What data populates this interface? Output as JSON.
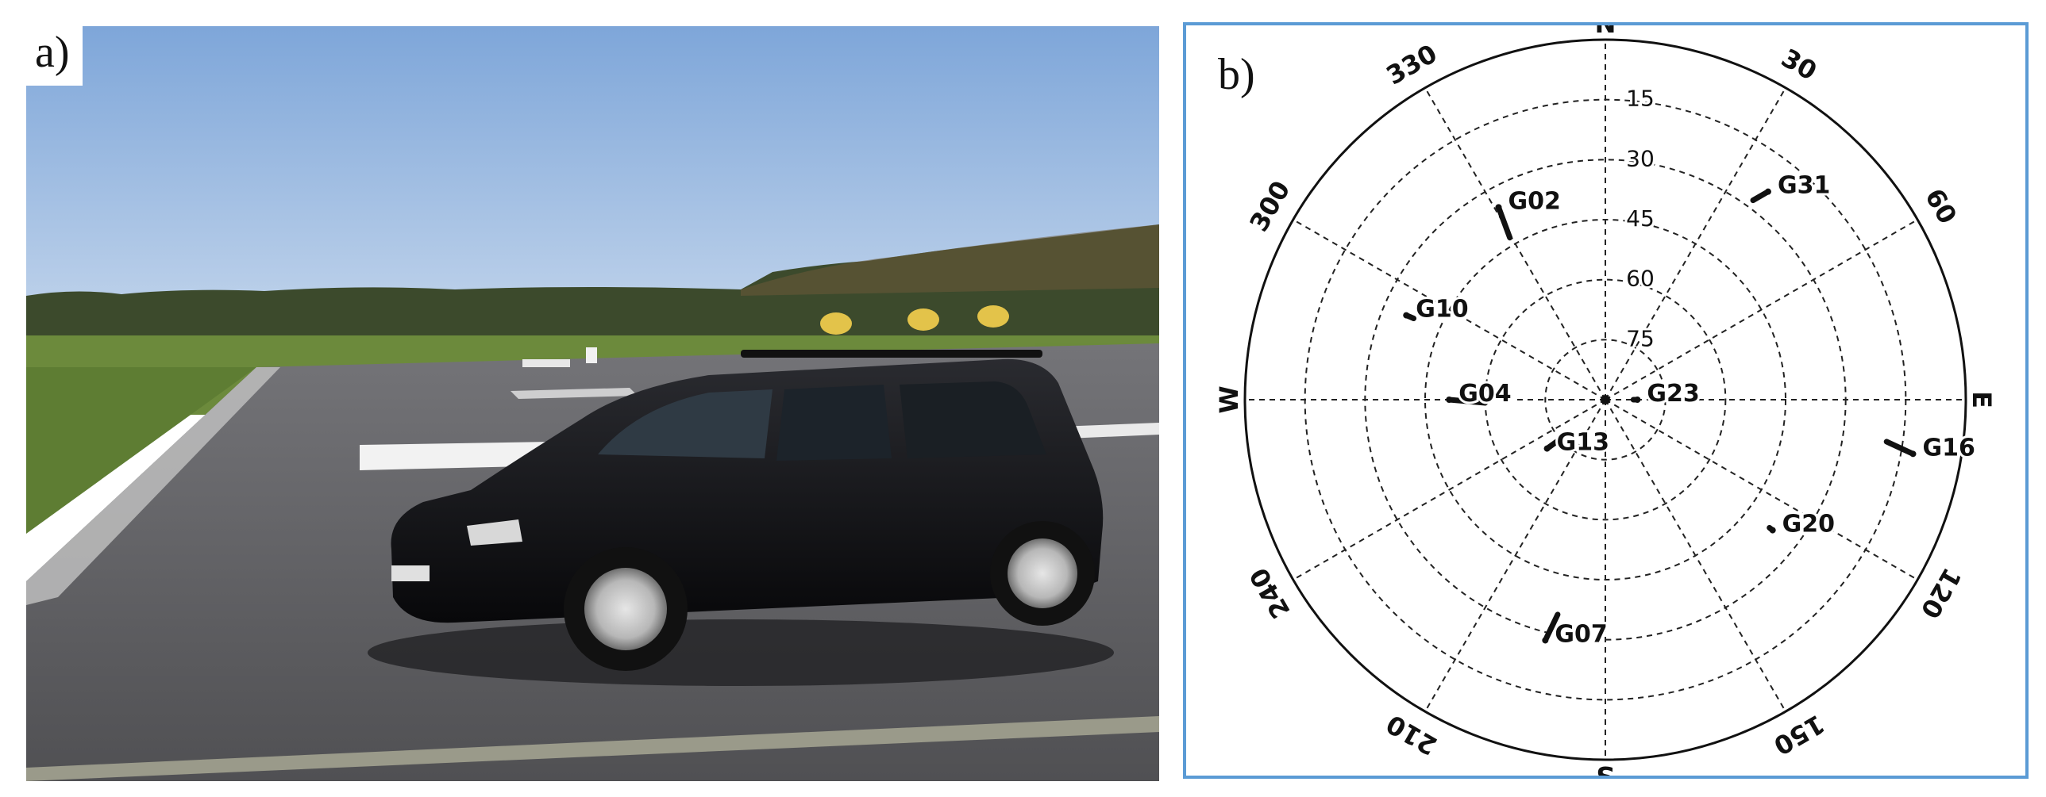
{
  "panel_a": {
    "label": "a)"
  },
  "panel_b": {
    "label": "b)",
    "compass": [
      "N",
      "E",
      "S",
      "W"
    ],
    "azimuth_labels": [
      "30",
      "60",
      "120",
      "150",
      "210",
      "240",
      "300",
      "330"
    ],
    "elevation_labels": [
      "15",
      "30",
      "45",
      "60",
      "75"
    ],
    "satellites": [
      {
        "id": "G02",
        "az": 331,
        "el": 35,
        "trail": 8
      },
      {
        "id": "G31",
        "az": 38,
        "el": 24,
        "trail": 4
      },
      {
        "id": "G10",
        "az": 293,
        "el": 36,
        "trail": 2
      },
      {
        "id": "G04",
        "az": 270,
        "el": 51,
        "trail": 9
      },
      {
        "id": "G23",
        "az": 90,
        "el": 82,
        "trail": 1
      },
      {
        "id": "G13",
        "az": 230,
        "el": 71,
        "trail": 5
      },
      {
        "id": "G16",
        "az": 100,
        "el": 12,
        "trail": 7
      },
      {
        "id": "G20",
        "az": 128,
        "el": 37,
        "trail": 1
      },
      {
        "id": "G07",
        "az": 194,
        "el": 28,
        "trail": 7
      }
    ]
  },
  "colors": {
    "frame": "#5b9bd5",
    "sky_top": "#7ea6d9",
    "sky_bottom": "#bcd1ea",
    "car": "#0d0d10",
    "asphalt": "#5f5f62",
    "grass": "#6c8a3c"
  }
}
